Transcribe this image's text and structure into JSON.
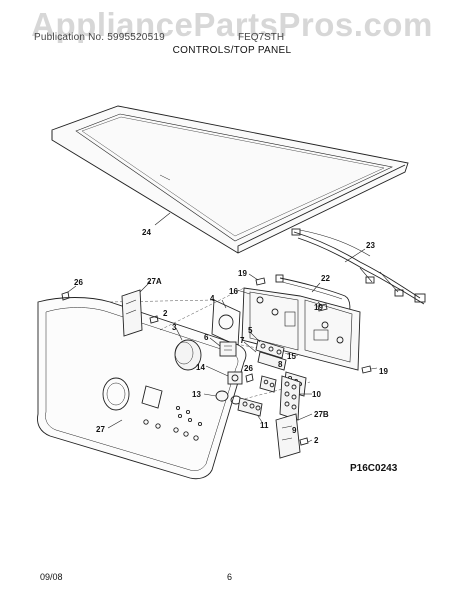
{
  "watermark": "AppliancePartsPros.com",
  "header": {
    "left_text": "Publication No. 5995520519",
    "right_text": "FEQ7STH",
    "title": "CONTROLS/TOP PANEL"
  },
  "footer": {
    "date": "09/08",
    "page": "6"
  },
  "diagram_code": "P16C0243",
  "callouts": {
    "top_panel": "24",
    "harness_right": "23",
    "wire_harness": "22",
    "screw_top": "19",
    "screw_mid": "19",
    "screw_right": "19",
    "board_bracket": "16",
    "bracket_left": "27A",
    "screw_left": "26",
    "screw_small": "2",
    "knob": "3",
    "control_board": "4",
    "switch_5": "5",
    "encoder": "6",
    "switch_7": "7",
    "switch_8": "8",
    "switch_9": "9",
    "switch_10": "10",
    "switch_11": "11",
    "switch_13": "13",
    "switch_14": "14",
    "switch_15": "15",
    "screw_26b": "26",
    "bracket_right": "27B",
    "screw_right_small": "2",
    "console": "27"
  }
}
